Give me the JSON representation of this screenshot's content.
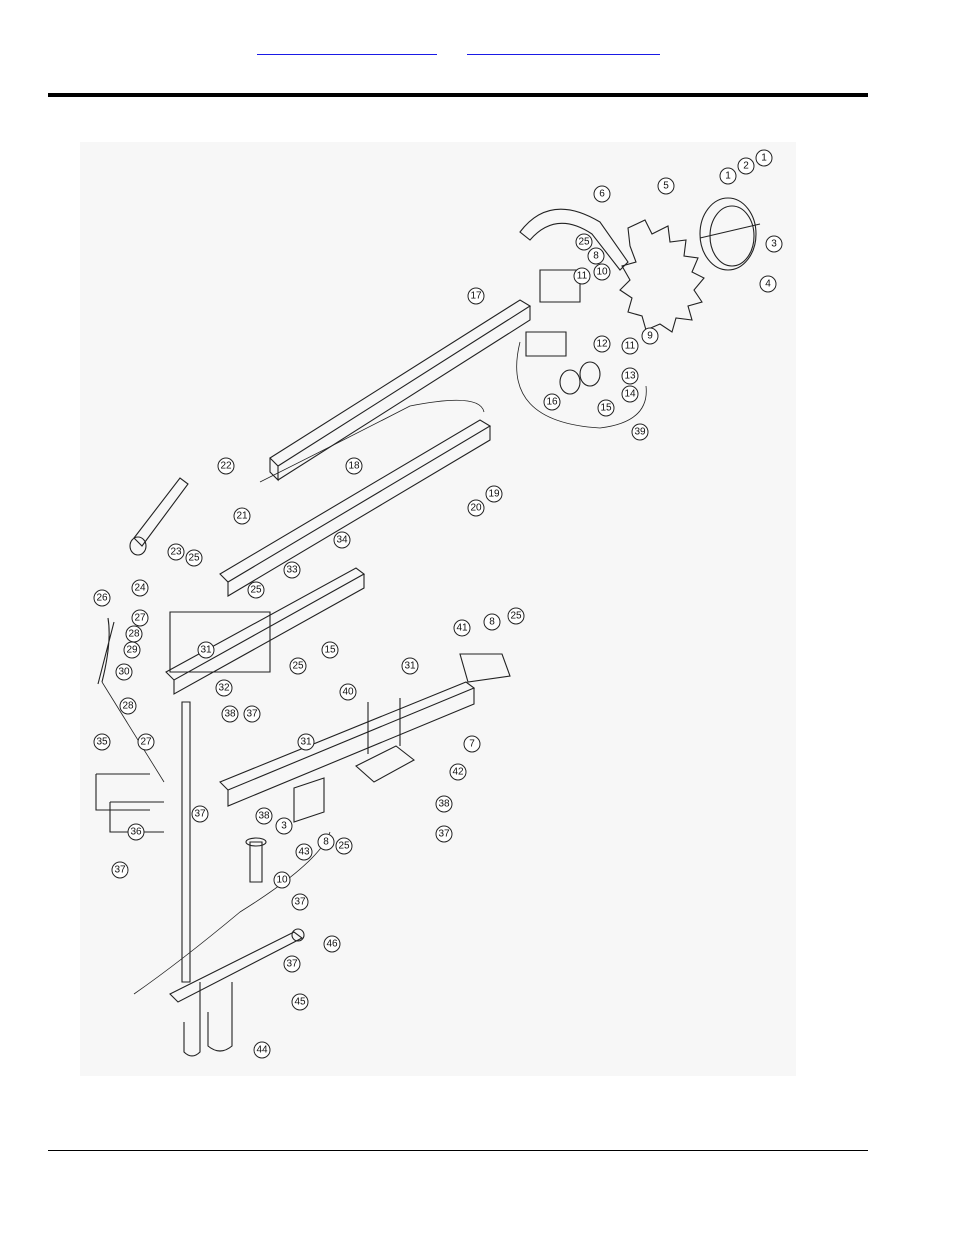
{
  "header": {
    "links": [
      {
        "label": ""
      },
      {
        "label": ""
      }
    ]
  },
  "diagram": {
    "callouts": [
      {
        "n": "1"
      },
      {
        "n": "2"
      },
      {
        "n": "1"
      },
      {
        "n": "3"
      },
      {
        "n": "4"
      },
      {
        "n": "5"
      },
      {
        "n": "6"
      },
      {
        "n": "25"
      },
      {
        "n": "8"
      },
      {
        "n": "11"
      },
      {
        "n": "10"
      },
      {
        "n": "11"
      },
      {
        "n": "9"
      },
      {
        "n": "12"
      },
      {
        "n": "13"
      },
      {
        "n": "14"
      },
      {
        "n": "15"
      },
      {
        "n": "16"
      },
      {
        "n": "39"
      },
      {
        "n": "17"
      },
      {
        "n": "18"
      },
      {
        "n": "19"
      },
      {
        "n": "20"
      },
      {
        "n": "22"
      },
      {
        "n": "21"
      },
      {
        "n": "23"
      },
      {
        "n": "25"
      },
      {
        "n": "34"
      },
      {
        "n": "33"
      },
      {
        "n": "25"
      },
      {
        "n": "24"
      },
      {
        "n": "26"
      },
      {
        "n": "27"
      },
      {
        "n": "28"
      },
      {
        "n": "29"
      },
      {
        "n": "31"
      },
      {
        "n": "30"
      },
      {
        "n": "15"
      },
      {
        "n": "25"
      },
      {
        "n": "32"
      },
      {
        "n": "41"
      },
      {
        "n": "8"
      },
      {
        "n": "25"
      },
      {
        "n": "31"
      },
      {
        "n": "28"
      },
      {
        "n": "27"
      },
      {
        "n": "38"
      },
      {
        "n": "37"
      },
      {
        "n": "40"
      },
      {
        "n": "7"
      },
      {
        "n": "35"
      },
      {
        "n": "31"
      },
      {
        "n": "42"
      },
      {
        "n": "36"
      },
      {
        "n": "37"
      },
      {
        "n": "38"
      },
      {
        "n": "3"
      },
      {
        "n": "43"
      },
      {
        "n": "8"
      },
      {
        "n": "25"
      },
      {
        "n": "38"
      },
      {
        "n": "37"
      },
      {
        "n": "37"
      },
      {
        "n": "10"
      },
      {
        "n": "37"
      },
      {
        "n": "46"
      },
      {
        "n": "37"
      },
      {
        "n": "45"
      },
      {
        "n": "44"
      }
    ]
  }
}
